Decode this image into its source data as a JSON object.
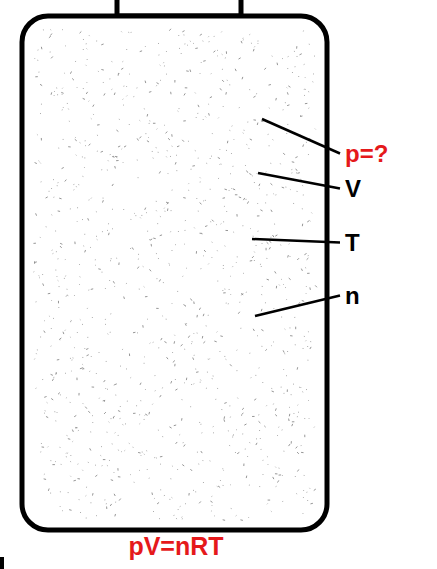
{
  "diagram": {
    "caption": "pV=nRT",
    "labels": [
      "p=?",
      "V",
      "T",
      "n"
    ]
  }
}
